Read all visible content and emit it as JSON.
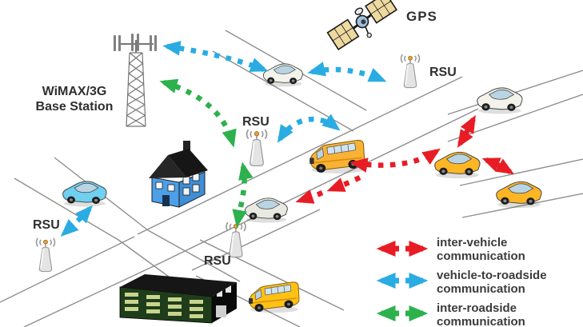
{
  "labels": {
    "gps": "GPS",
    "base_station": [
      "WiMAX/3G",
      "Base Station"
    ],
    "rsu_top_right": "RSU",
    "rsu_center": "RSU",
    "rsu_bottom_left": "RSU",
    "rsu_bottom_center": "RSU"
  },
  "legend": {
    "items": [
      {
        "name": "inter-vehicle",
        "color": "#e81c24",
        "line1": "inter-vehicle",
        "line2": "communication"
      },
      {
        "name": "vehicle-to-roadside",
        "color": "#2aace3",
        "line1": "vehicle-to-roadside",
        "line2": "communication"
      },
      {
        "name": "inter-roadside",
        "color": "#2db14c",
        "line1": "inter-roadside",
        "line2": "communication"
      }
    ]
  },
  "colors": {
    "inter_vehicle": "#e81c24",
    "vehicle_to_roadside": "#2aace3",
    "inter_roadside": "#2db14c",
    "road": "#8f8f8f",
    "text": "#2f2f2f"
  }
}
